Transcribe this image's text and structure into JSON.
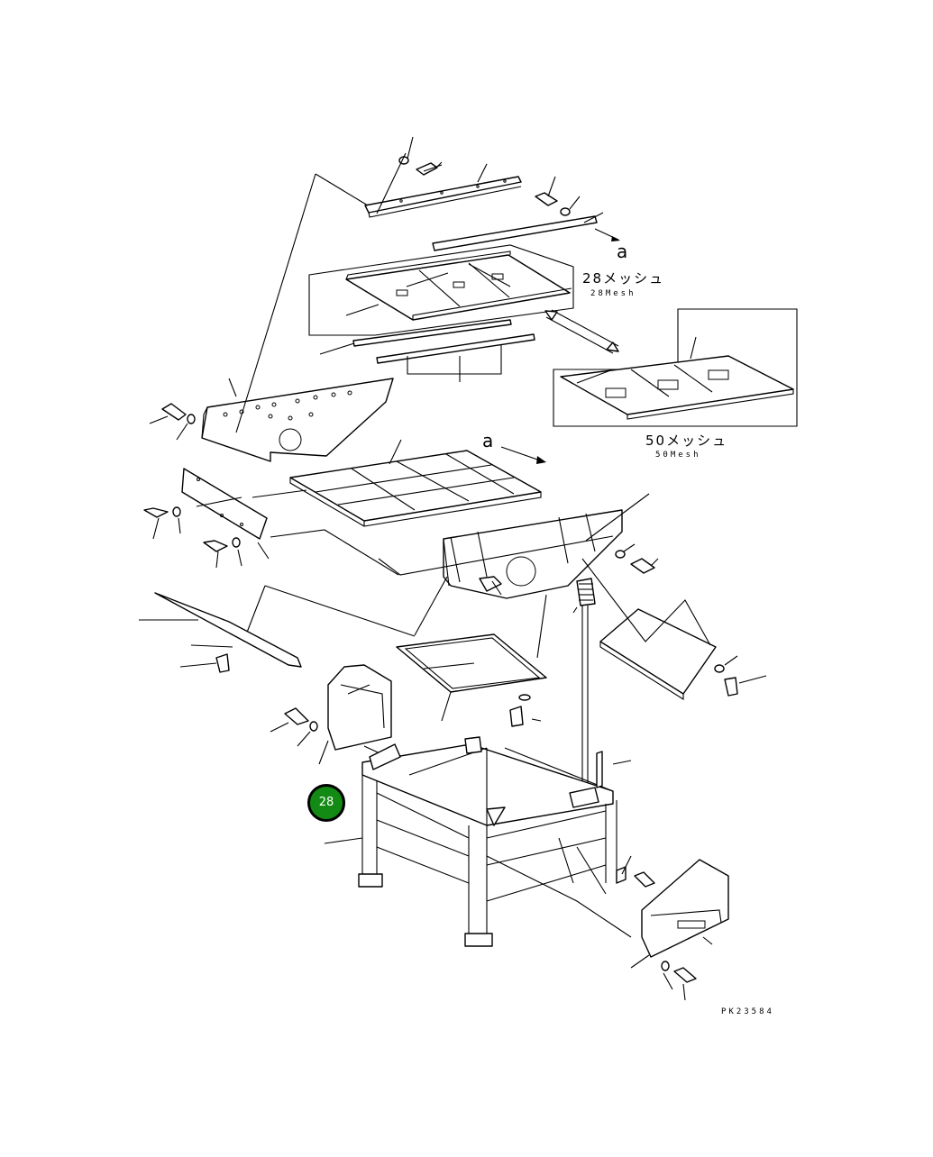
{
  "labels": {
    "mesh28_jp": "28メッシュ",
    "mesh28_en": "28Mesh",
    "mesh50_jp": "50メッシュ",
    "mesh50_en": "50Mesh",
    "view_a_top": "a",
    "view_a_mid": "a",
    "drawing_no": "PK23584"
  },
  "marker": {
    "number": "28",
    "color": "#138a13"
  }
}
